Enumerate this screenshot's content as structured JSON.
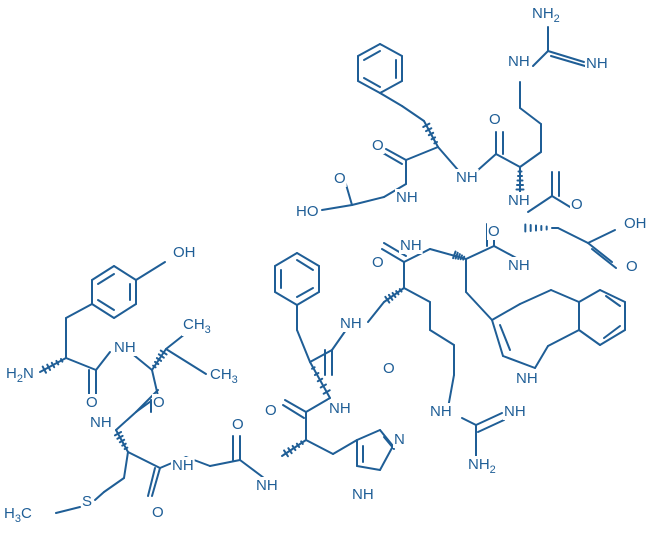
{
  "colors": {
    "ink": "#1f5e96",
    "background": "#ffffff"
  },
  "labels": {
    "nh2_top": "NH2",
    "nh_arg1_guan": "NH",
    "nh_arg1_eq": "NH",
    "o_phe1_gly": "O",
    "nh_phe1_arg1": "NH",
    "o_arg1": "O",
    "nh_gly_phe1": "NH",
    "o_gly_acid": "O",
    "ho_gly": "HO",
    "nh_arg1_asp": "NH",
    "o_asp": "O",
    "oh_asp": "OH",
    "o_asp_acid": "O",
    "o_trp": "O",
    "nh_trp_arg2": "NH",
    "nh_trp_asp": "NH",
    "nh_indole": "NH",
    "o_arg2": "O",
    "nh_arg2_phe2": "NH",
    "oh_tyr": "OH",
    "ch3_val1": "CH3",
    "ch3_val2": "CH3",
    "h2n_tyr": "H2N",
    "nh_tyr_val": "NH",
    "o_tyr": "O",
    "o_val": "O",
    "nh_val_met": "NH",
    "o_phe2": "O",
    "nh_phe2_his": "NH",
    "o_his": "O",
    "nh_arg2_guan": "NH",
    "nh_arg2_eq": "NH",
    "nh2_arg2": "NH2",
    "o_gly2": "O",
    "nh_met_gly2": "NH",
    "o_met": "O",
    "nh_gly2_his": "NH",
    "n_imid": "N",
    "nh_imid": "NH",
    "s_met": "S",
    "ch3_met": "H3C"
  }
}
